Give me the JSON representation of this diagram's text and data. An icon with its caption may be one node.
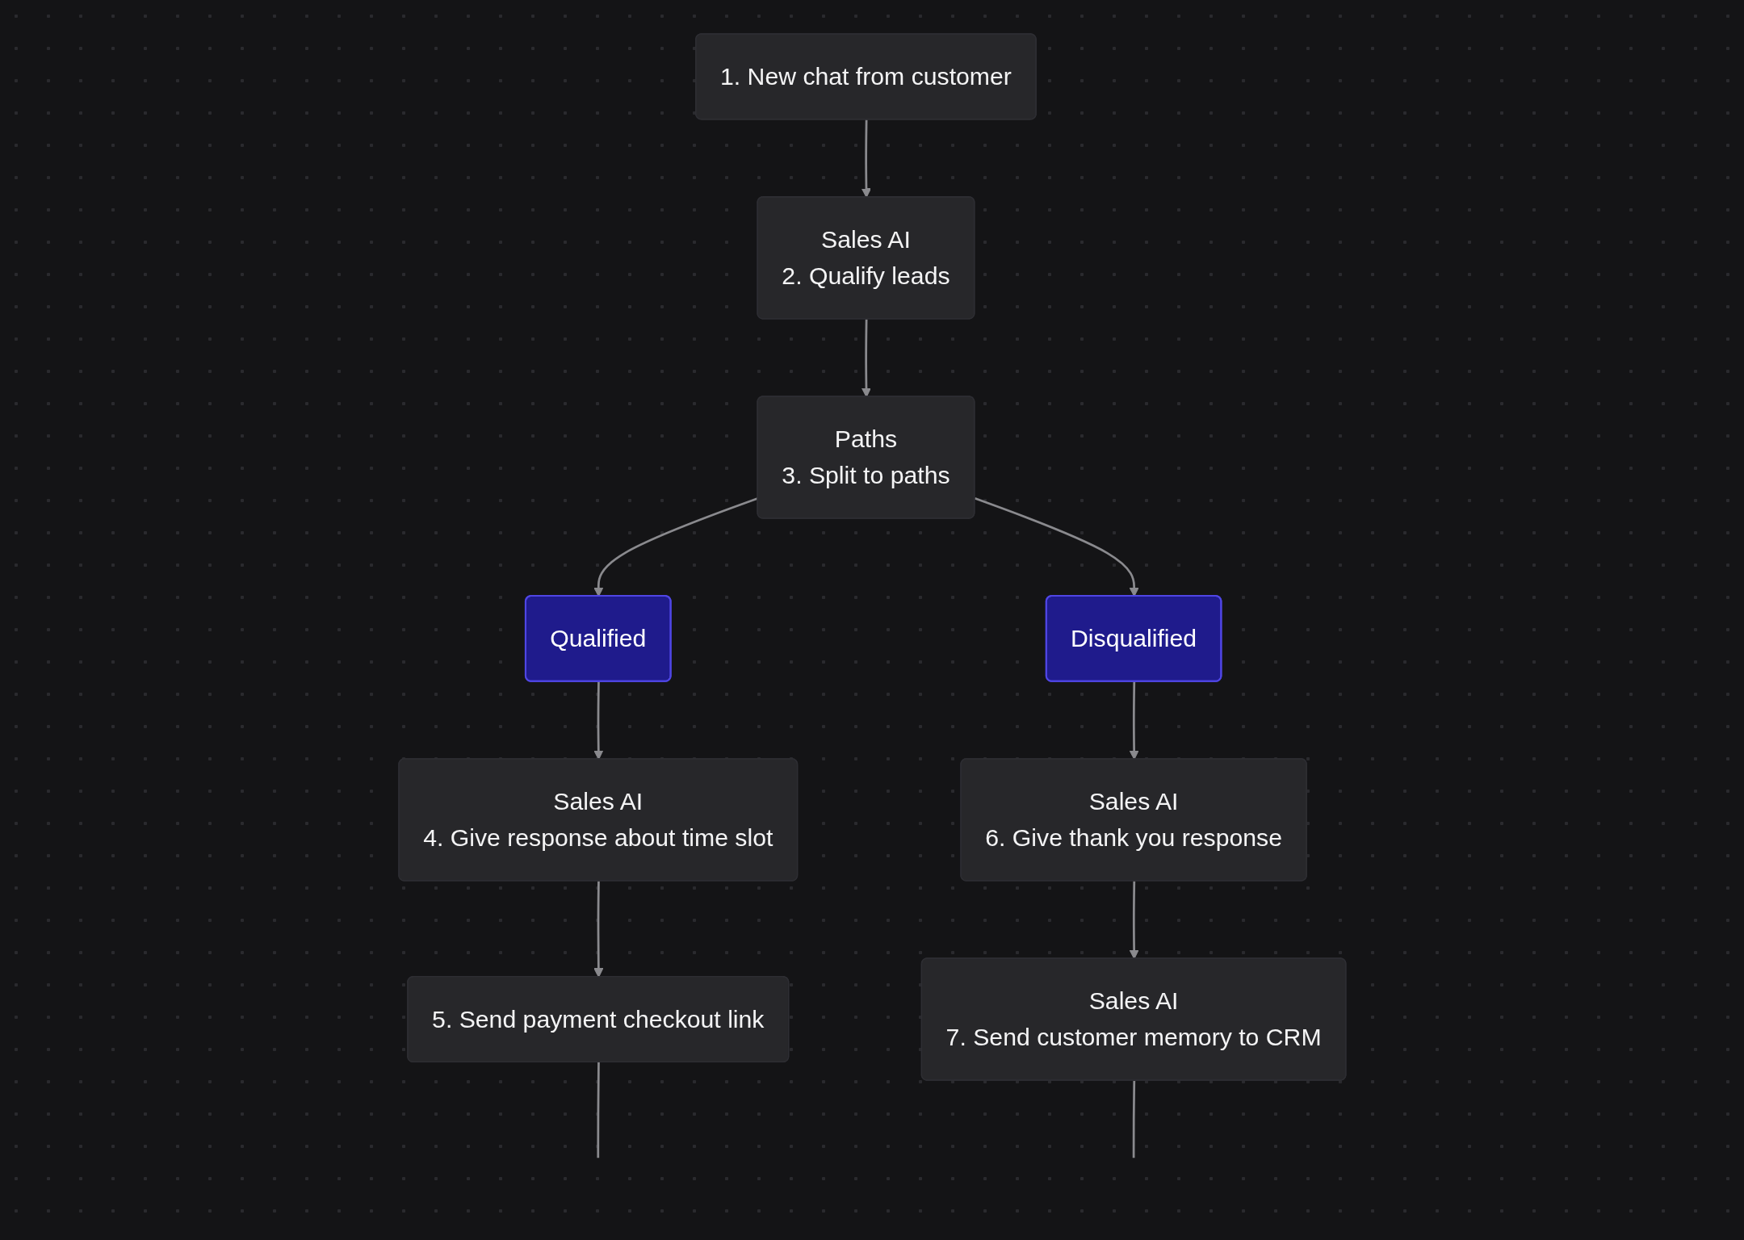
{
  "diagram": {
    "nodes": [
      {
        "text": [
          "1. New chat from customer"
        ]
      },
      {
        "text": [
          "Sales AI",
          "2. Qualify leads"
        ]
      },
      {
        "text": [
          "Paths",
          "3. Split to paths"
        ]
      },
      {
        "text": [
          "Qualified"
        ]
      },
      {
        "text": [
          "Disqualified"
        ]
      },
      {
        "text": [
          "Sales AI",
          "4. Give response about time slot"
        ]
      },
      {
        "text": [
          "Sales AI",
          "6. Give thank you response"
        ]
      },
      {
        "text": [
          "5. Send payment checkout link"
        ]
      },
      {
        "text": [
          "Sales AI",
          "7. Send customer memory to CRM"
        ]
      }
    ],
    "edges": [
      {
        "from": 0,
        "to": 1,
        "arrow": "to"
      },
      {
        "from": 1,
        "to": 2,
        "arrow": "to"
      },
      {
        "from": 2,
        "to": 3,
        "arrow": "to"
      },
      {
        "from": 2,
        "to": 4,
        "arrow": "to"
      },
      {
        "from": 3,
        "to": 5,
        "arrow": "to"
      },
      {
        "from": 4,
        "to": 6,
        "arrow": "to"
      },
      {
        "from": 5,
        "to": 7,
        "arrow": "to"
      },
      {
        "from": 6,
        "to": 8,
        "arrow": "to"
      },
      {
        "from": 7,
        "to": null,
        "arrow": "none"
      },
      {
        "from": 8,
        "to": null,
        "arrow": "none"
      }
    ]
  }
}
